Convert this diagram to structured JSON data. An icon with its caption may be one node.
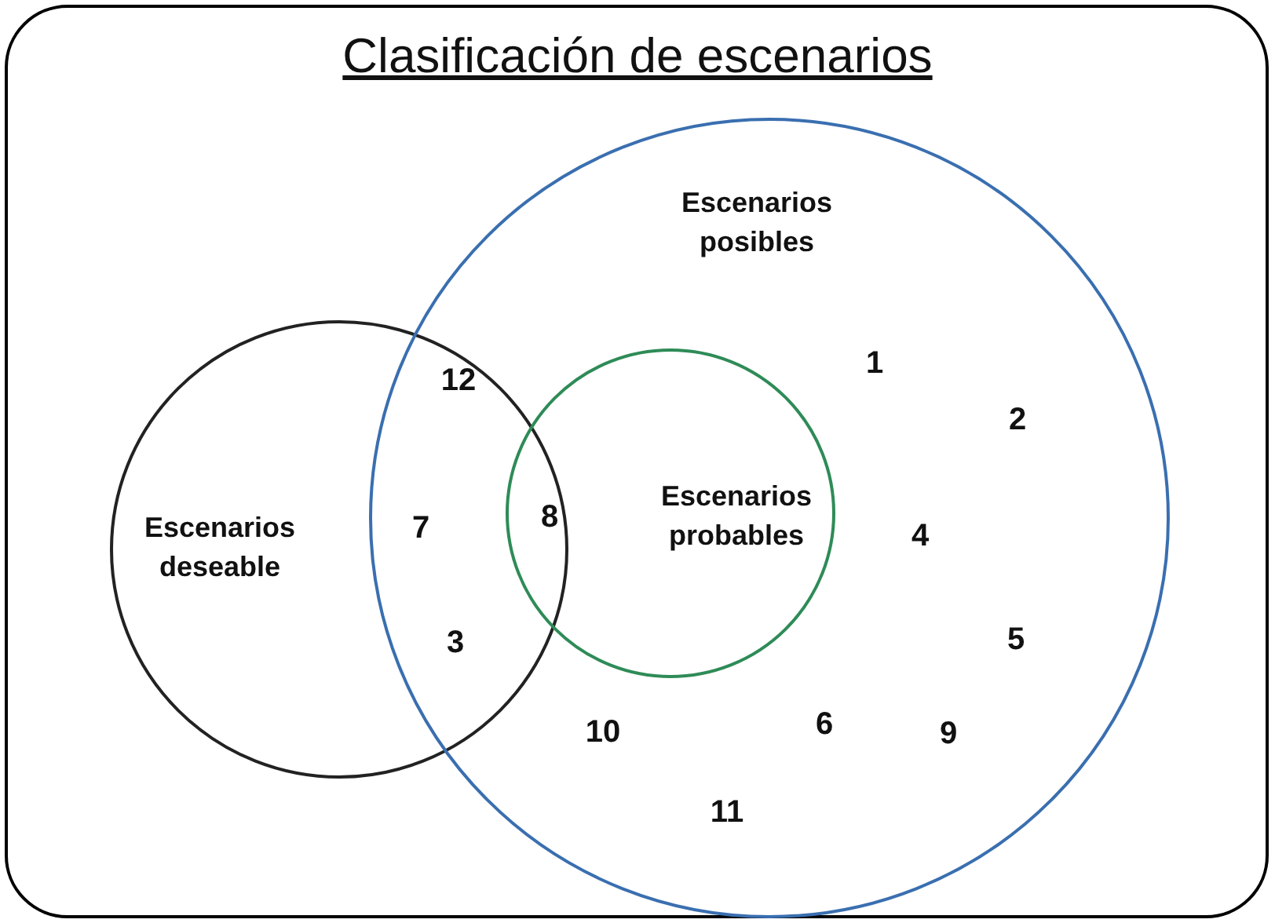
{
  "diagram": {
    "title": "Clasificación de escenarios",
    "nodes": [
      {
        "text": [
          "Escenarios deseable"
        ]
      },
      {
        "text": [
          "Escenarios posibles"
        ]
      },
      {
        "text": [
          "Escenarios probables"
        ],
        "in": 1
      }
    ],
    "labels": [
      "1",
      "12",
      "2",
      "8",
      "7",
      "4",
      "5",
      "3",
      "6",
      "10",
      "9",
      "11"
    ]
  }
}
